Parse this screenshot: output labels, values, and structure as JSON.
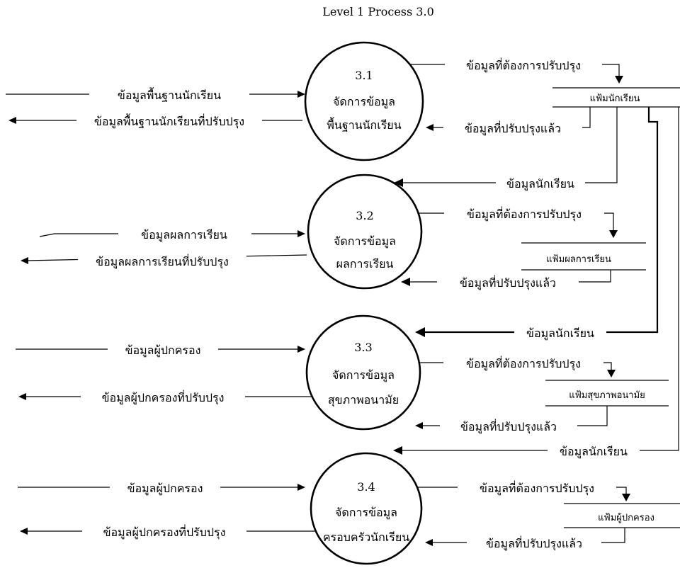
{
  "title": "Level 1 Process 3.0",
  "processes": [
    {
      "id": "3.1",
      "line1": "จัดการข้อมูล",
      "line2": "พื้นฐานนักเรียน"
    },
    {
      "id": "3.2",
      "line1": "จัดการข้อมูล",
      "line2": "ผลการเรียน"
    },
    {
      "id": "3.3",
      "line1": "จัดการข้อมูล",
      "line2": "สุขภาพอนามัย"
    },
    {
      "id": "3.4",
      "line1": "จัดการข้อมูล",
      "line2": "ครอบครัวนักเรียน"
    }
  ],
  "stores": [
    {
      "label": "แฟ้มนักเรียน"
    },
    {
      "label": "แฟ้มผลการเรียน"
    },
    {
      "label": "แฟ้มสุขภาพอนามัย"
    },
    {
      "label": "แฟ้มผู้ปกครอง"
    }
  ],
  "flows": {
    "in_1": "ข้อมูลพื้นฐานนักเรียน",
    "out_1": "ข้อมูลพื้นฐานนักเรียนที่ปรับปรุง",
    "upd_req_1": "ข้อมูลที่ต้องการปรับปรุง",
    "upd_done_1": "ข้อมูลที่ปรับปรุงแล้ว",
    "student_2": "ข้อมูลนักเรียน",
    "in_2": "ข้อมูลผลการเรียน",
    "out_2": "ข้อมูลผลการเรียนที่ปรับปรุง",
    "upd_req_2": "ข้อมูลที่ต้องการปรับปรุง",
    "upd_done_2": "ข้อมูลที่ปรับปรุงแล้ว",
    "student_3": "ข้อมูลนักเรียน",
    "in_3": "ข้อมูลผู้ปกครอง",
    "out_3": "ข้อมูลผู้ปกครองที่ปรับปรุง",
    "upd_req_3": "ข้อมูลที่ต้องการปรับปรุง",
    "upd_done_3": "ข้อมูลที่ปรับปรุงแล้ว",
    "student_4": "ข้อมูลนักเรียน",
    "in_4": "ข้อมูลผู้ปกครอง",
    "out_4": "ข้อมูลผู้ปกครองที่ปรับปรุง",
    "upd_req_4": "ข้อมูลที่ต้องการปรับปรุง",
    "upd_done_4": "ข้อมูลที่ปรับปรุงแล้ว"
  }
}
